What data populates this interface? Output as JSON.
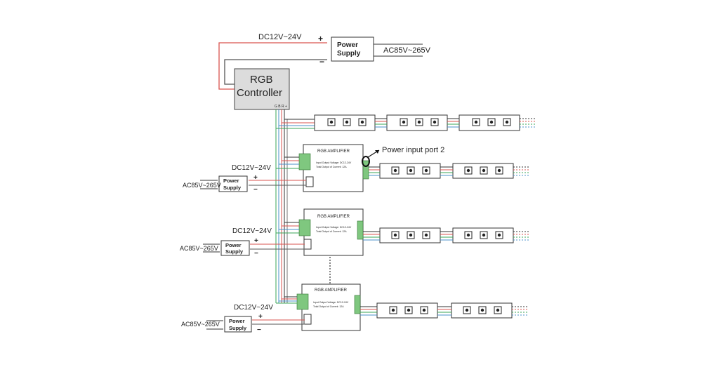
{
  "top": {
    "dc_label": "DC12V~24V",
    "plus": "+",
    "minus": "−",
    "psu_line1": "Power",
    "psu_line2": "Supply",
    "ac_label": "AC85V~265V"
  },
  "controller": {
    "line1": "RGB",
    "line2": "Controller",
    "pins": "G B R +"
  },
  "callout": "Power input port 2",
  "amplifiers": [
    {
      "title": "RGB AMPLIFIER",
      "spec1": "Input Output Voltage: DC12-24V",
      "spec2": "Total Output of Current: 12A",
      "dc_label": "DC12V~24V",
      "ac_label": "AC85V~265V",
      "psu_line1": "Power",
      "psu_line2": "Supply",
      "plus": "+",
      "minus": "−"
    },
    {
      "title": "RGB AMPLIFIER",
      "spec1": "Input Output Voltage: DC12-24V",
      "spec2": "Total Output of Current: 12A",
      "dc_label": "DC12V~24V",
      "ac_label": "AC85V~265V",
      "psu_line1": "Power",
      "psu_line2": "Supply",
      "plus": "+",
      "minus": "−"
    },
    {
      "title": "RGB AMPLIFIER",
      "spec1": "Input Output Voltage: DC12-24V",
      "spec2": "Total Output of Current: 12A",
      "dc_label": "DC12V~24V",
      "ac_label": "AC85V~265V",
      "psu_line1": "Power",
      "psu_line2": "Supply",
      "plus": "+",
      "minus": "−"
    }
  ],
  "colors": {
    "red_wire": "#d9534f",
    "green_wire": "#3aa657",
    "blue_wire": "#4a90c8",
    "dark_wire": "#333333",
    "terminal_green": "#7fc77f"
  }
}
